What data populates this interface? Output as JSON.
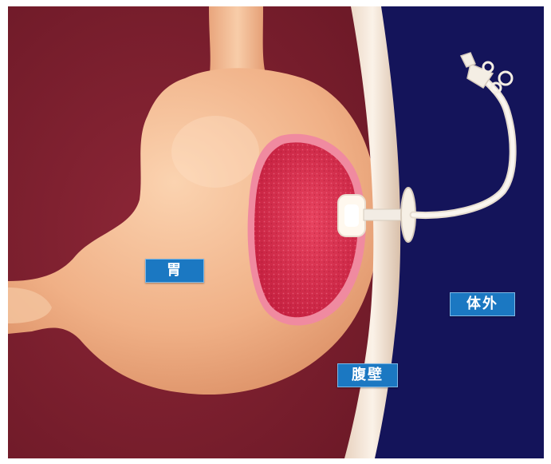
{
  "labels": {
    "stomach": "胃",
    "abdominal_wall": "腹壁",
    "outside_body": "体外"
  },
  "colors": {
    "inside_background": "#7a1f2d",
    "outside_background": "#14145a",
    "stomach": "#f2b58c",
    "mucosa": "#d72a4a",
    "abdominal_wall": "#f4e6d8",
    "tube": "#f2ece4",
    "label_box": "#1b78c2"
  },
  "icons": {
    "tube": "gastrostomy-tube-icon"
  }
}
